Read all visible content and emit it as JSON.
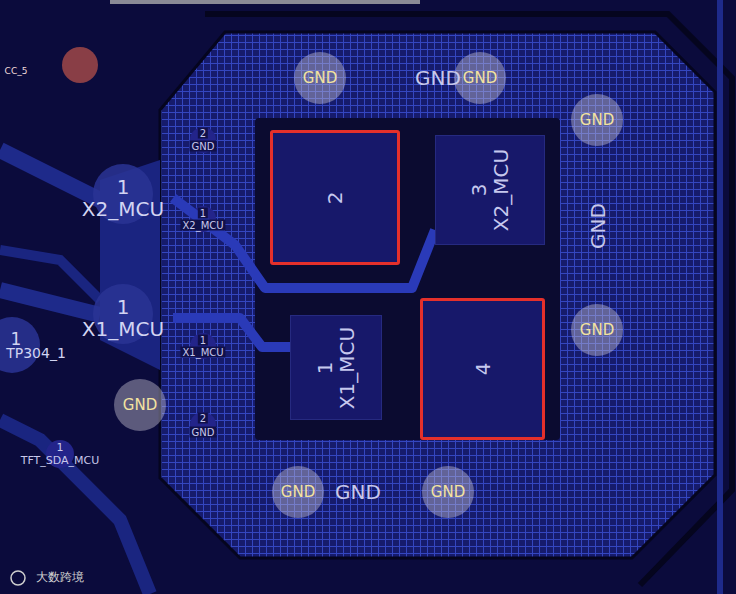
{
  "diagram": {
    "nodes": [
      {
        "text": [
          "GND"
        ]
      },
      {
        "text": [
          "GND"
        ]
      },
      {
        "text": [
          "GND"
        ]
      },
      {
        "text": [
          "2"
        ]
      },
      {
        "text": [
          "3",
          "X2_MCU"
        ]
      },
      {
        "text": [
          "1",
          "X2_MCU"
        ]
      },
      {
        "text": [
          "1",
          "X1_MCU"
        ]
      },
      {
        "text": [
          "GND"
        ]
      },
      {
        "text": [
          "1",
          "X1_MCU"
        ]
      },
      {
        "text": [
          "4"
        ]
      },
      {
        "text": [
          "GND"
        ]
      },
      {
        "text": [
          "GND"
        ]
      },
      {
        "text": [
          "GND"
        ]
      }
    ],
    "edges": [
      {
        "from": 5,
        "to": 4,
        "arrow": "none"
      },
      {
        "from": 6,
        "to": 8,
        "arrow": "none"
      }
    ],
    "labels": [
      "CC_5",
      "GND",
      "2",
      "GND",
      "1",
      "X2_MCU",
      "GND",
      "1",
      "TP304_1",
      "1",
      "X1_MCU",
      "2",
      "GND",
      "1",
      "TFT_SDA_MCU",
      "GND",
      "大数跨境"
    ]
  }
}
